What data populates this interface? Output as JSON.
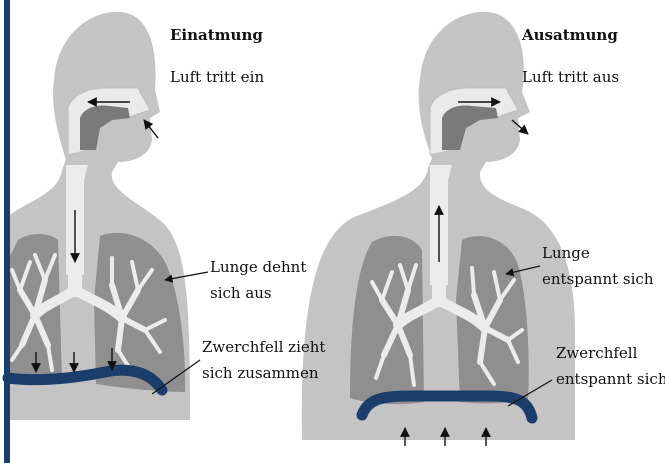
{
  "left_panel": {
    "title": "Einatmung",
    "air_label": "Luft tritt ein",
    "lung_label_1": "Lunge dehnt",
    "lung_label_2": "sich aus",
    "diaphragm_label_1": "Zwerchfell zieht",
    "diaphragm_label_2": "sich zusammen"
  },
  "right_panel": {
    "title": "Ausatmung",
    "air_label": "Luft tritt aus",
    "lung_label_1": "Lunge",
    "lung_label_2": "entspannt sich",
    "diaphragm_label_1": "Zwerchfell",
    "diaphragm_label_2": "entspannt sich"
  },
  "colors": {
    "body": "#c4c4c4",
    "lung": "#8f8f8f",
    "airway": "#ececec",
    "nasal_cavity": "#7a7a7a",
    "diaphragm": "#1a3d6b",
    "border": "#1a3d6b",
    "arrow": "#111111"
  }
}
